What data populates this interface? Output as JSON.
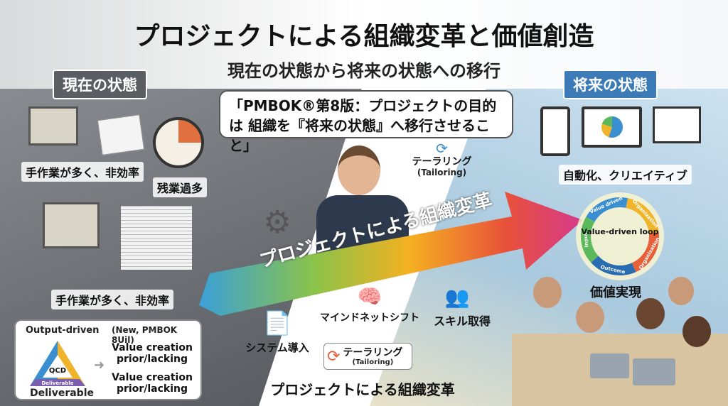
{
  "title": "プロジェクトによる組織変革と価値創造",
  "subtitle": "現在の状態から将来の状態への移行",
  "current": {
    "label": "現在の状態",
    "caption_top": "手作業が多く、非効率",
    "caption_overtime": "残業過多",
    "caption_bottom": "手作業が多く、非効率",
    "legacy_box": {
      "left_title": "Output-driven",
      "triangle_center": "QCD",
      "triangle_base": "Deliverable",
      "bottom_label": "Deliverable",
      "right_title": "(New, PMBOK 8Uil)",
      "value_1": "Value creation prior/lacking",
      "value_2": "Value creation prior/lacking"
    }
  },
  "quote": "「PMBOK®第8版：プロジェクトの目的は 組織を『将来の状態』へ移行させること」",
  "center": {
    "tailoring_top": "テーラリング",
    "tailoring_top_en": "(Tailoring)",
    "arrow_text": "プロジェクトによる組織変革",
    "system": "システム導入",
    "mindset": "マインドネットシフト",
    "skill": "スキル取得",
    "tailoring_bottom": "テーラリング",
    "tailoring_bottom_en": "(Tailoring)",
    "footer": "プロジェクトによる組織変革"
  },
  "future": {
    "label": "将来の状態",
    "caption": "自動化、クリエイティブ",
    "loop_center": "Value-driven loop",
    "loop_segments": [
      "Value driven",
      "Organization",
      "Organization",
      "Outcome",
      "Input"
    ],
    "result": "価値実現"
  },
  "colors": {
    "now": "#5a5e63",
    "future": "#3c7bb8",
    "arrow": [
      "#3aa0d8",
      "#8bc34a",
      "#f5b021",
      "#e8513a",
      "#d63a8c"
    ]
  }
}
